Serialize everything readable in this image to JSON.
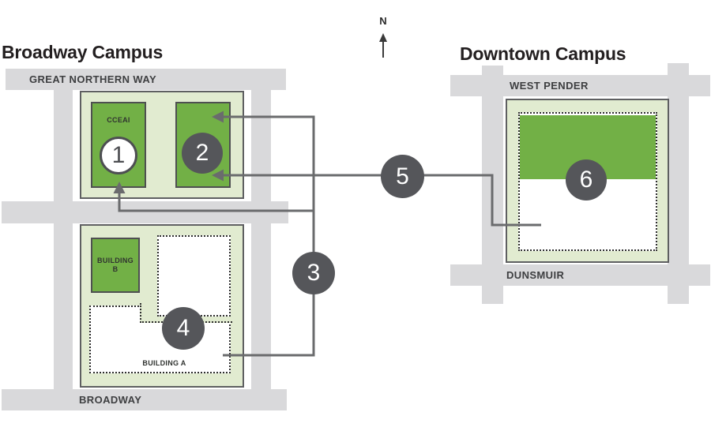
{
  "north": {
    "label": "N"
  },
  "broadway": {
    "title": "Broadway Campus",
    "street_top": "GREAT NORTHERN WAY",
    "street_bottom": "BROADWAY",
    "cceai_label": "CCEAI",
    "building_b_label": "BUILDING B",
    "building_a_label": "BUILDING A"
  },
  "downtown": {
    "title": "Downtown Campus",
    "street_top": "WEST PENDER",
    "street_bottom": "DUNSMUIR"
  },
  "markers": {
    "m1": "1",
    "m2": "2",
    "m3": "3",
    "m4": "4",
    "m5": "5",
    "m6": "6"
  },
  "colors": {
    "building_green": "#72b046",
    "campus_light_green": "#e1ebd0",
    "street_gray": "#d9d9db",
    "marker_dark_gray": "#55565a",
    "connector_gray": "#6a6b6d"
  }
}
